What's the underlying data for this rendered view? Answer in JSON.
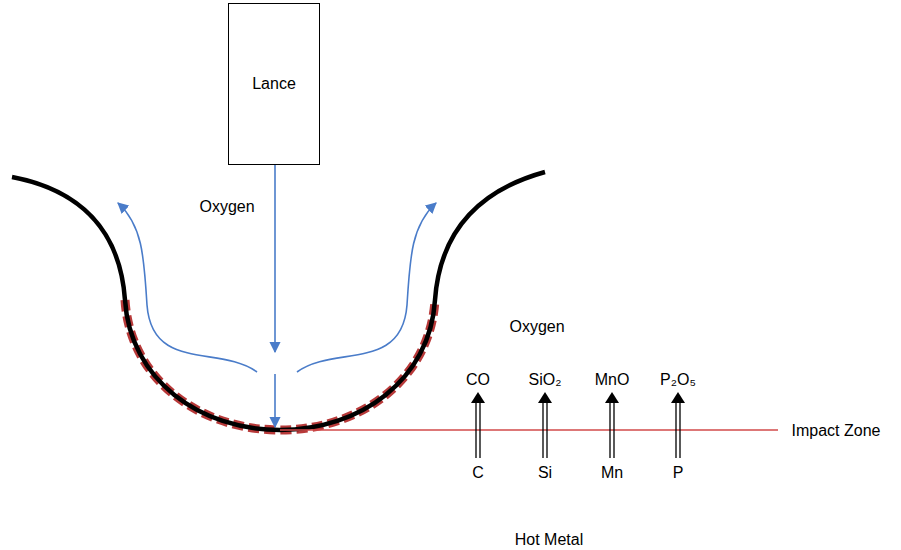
{
  "diagram": {
    "nodes": [
      {
        "text": [
          "Lance"
        ]
      }
    ],
    "labels": [
      "Oxygen",
      "Oxygen",
      "CO",
      "SiO₂",
      "MnO",
      "P₂O₅",
      "Impact Zone",
      "C",
      "Si",
      "Mn",
      "P",
      "Hot Metal"
    ]
  }
}
